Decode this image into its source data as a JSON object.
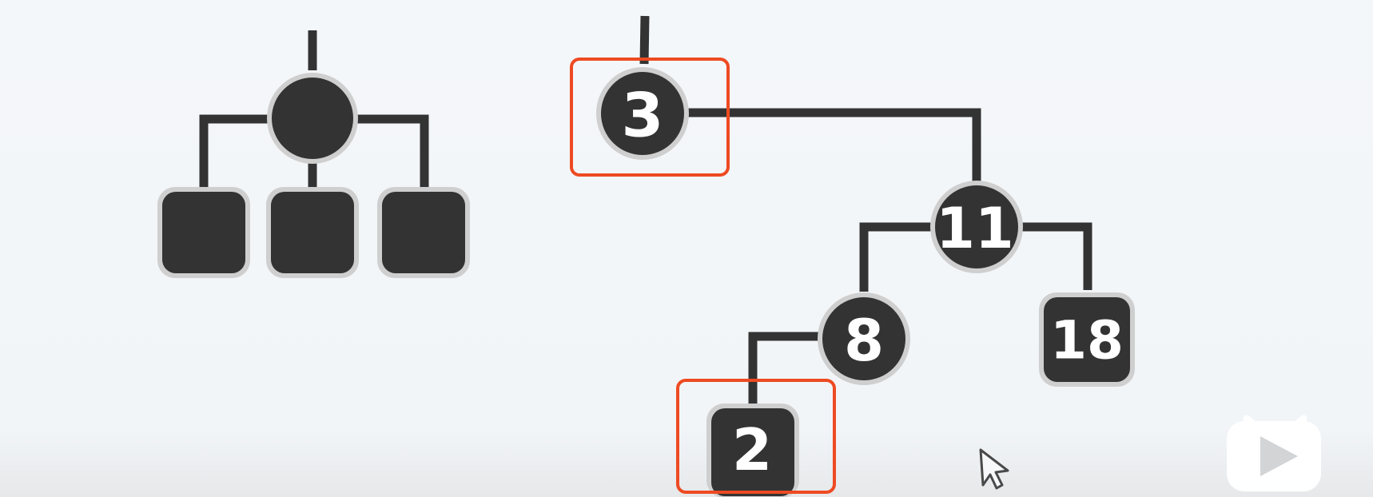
{
  "diagram": {
    "legend_tree": {
      "root": {
        "shape": "circle"
      },
      "children": [
        {
          "shape": "square"
        },
        {
          "shape": "square"
        },
        {
          "shape": "square"
        }
      ]
    },
    "bst": {
      "nodes": [
        {
          "id": "n3",
          "label": "3",
          "shape": "circle",
          "highlighted": true
        },
        {
          "id": "n11",
          "label": "11",
          "shape": "circle",
          "highlighted": false
        },
        {
          "id": "n8",
          "label": "8",
          "shape": "circle",
          "highlighted": false
        },
        {
          "id": "n18",
          "label": "18",
          "shape": "square",
          "highlighted": false
        },
        {
          "id": "n2",
          "label": "2",
          "shape": "square",
          "highlighted": true
        }
      ],
      "edges": [
        {
          "from": "n3",
          "to": "n11"
        },
        {
          "from": "n11",
          "to": "n8"
        },
        {
          "from": "n11",
          "to": "n18"
        },
        {
          "from": "n8",
          "to": "n2"
        }
      ]
    },
    "highlight_color": "#ee4a22",
    "node_color": "#333333",
    "edge_color": "#333333",
    "background_color": "#f3f6f9"
  },
  "overlay": {
    "cursor_icon": "mouse-cursor-icon",
    "player_icon": "tv-play-icon"
  }
}
